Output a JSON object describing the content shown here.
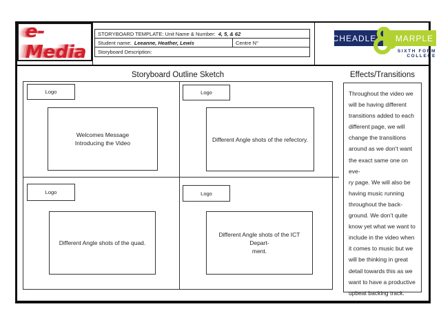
{
  "header": {
    "emedia_logo_text": "e-Media",
    "table": {
      "row1_label": "STORYBOARD TEMPLATE: Unit Name & Number:",
      "row1_value": "4, 5, & 62",
      "row2_label": "Student name:",
      "row2_value": "Leeanne, Heather, Lewis",
      "row2_centre_label": "Centre N°",
      "row3_label": "Storyboard Description:"
    },
    "college_logo": {
      "word1": "CHEADLE",
      "word2": "MARPLE",
      "tagline": "SIXTH FORM COLLEGE",
      "navy_color": "#1c2d6b",
      "green_color": "#b2d233",
      "emedia_red": "#d1202a"
    }
  },
  "main": {
    "title": "Storyboard Outline Sketch",
    "panels": [
      {
        "logo_label": "Logo",
        "caption": "Welcomes Message\nIntroducing the Video"
      },
      {
        "logo_label": "Logo",
        "caption": "Different Angle shots of the refectory."
      },
      {
        "logo_label": "Logo",
        "caption": "Different Angle shots of the quad."
      },
      {
        "logo_label": "Logo",
        "caption": "Different Angle shots of the ICT Depart-\nment."
      }
    ]
  },
  "effects": {
    "title": "Effects/Transitions",
    "body": "Throughout the video we\nwill be having different\ntransitions added to each\ndifferent page, we will\nchange the transitions\naround as we don’t want\nthe exact same one on eve-\nry page. We will also be\nhaving music running\nthroughout the back-\nground. We don’t quite\nknow yet what we want to\ninclude in the video when\nit comes to music but we\nwill be thinking in great\ndetail towards this as we\nwant to have a productive\nupbeat backing track."
  }
}
